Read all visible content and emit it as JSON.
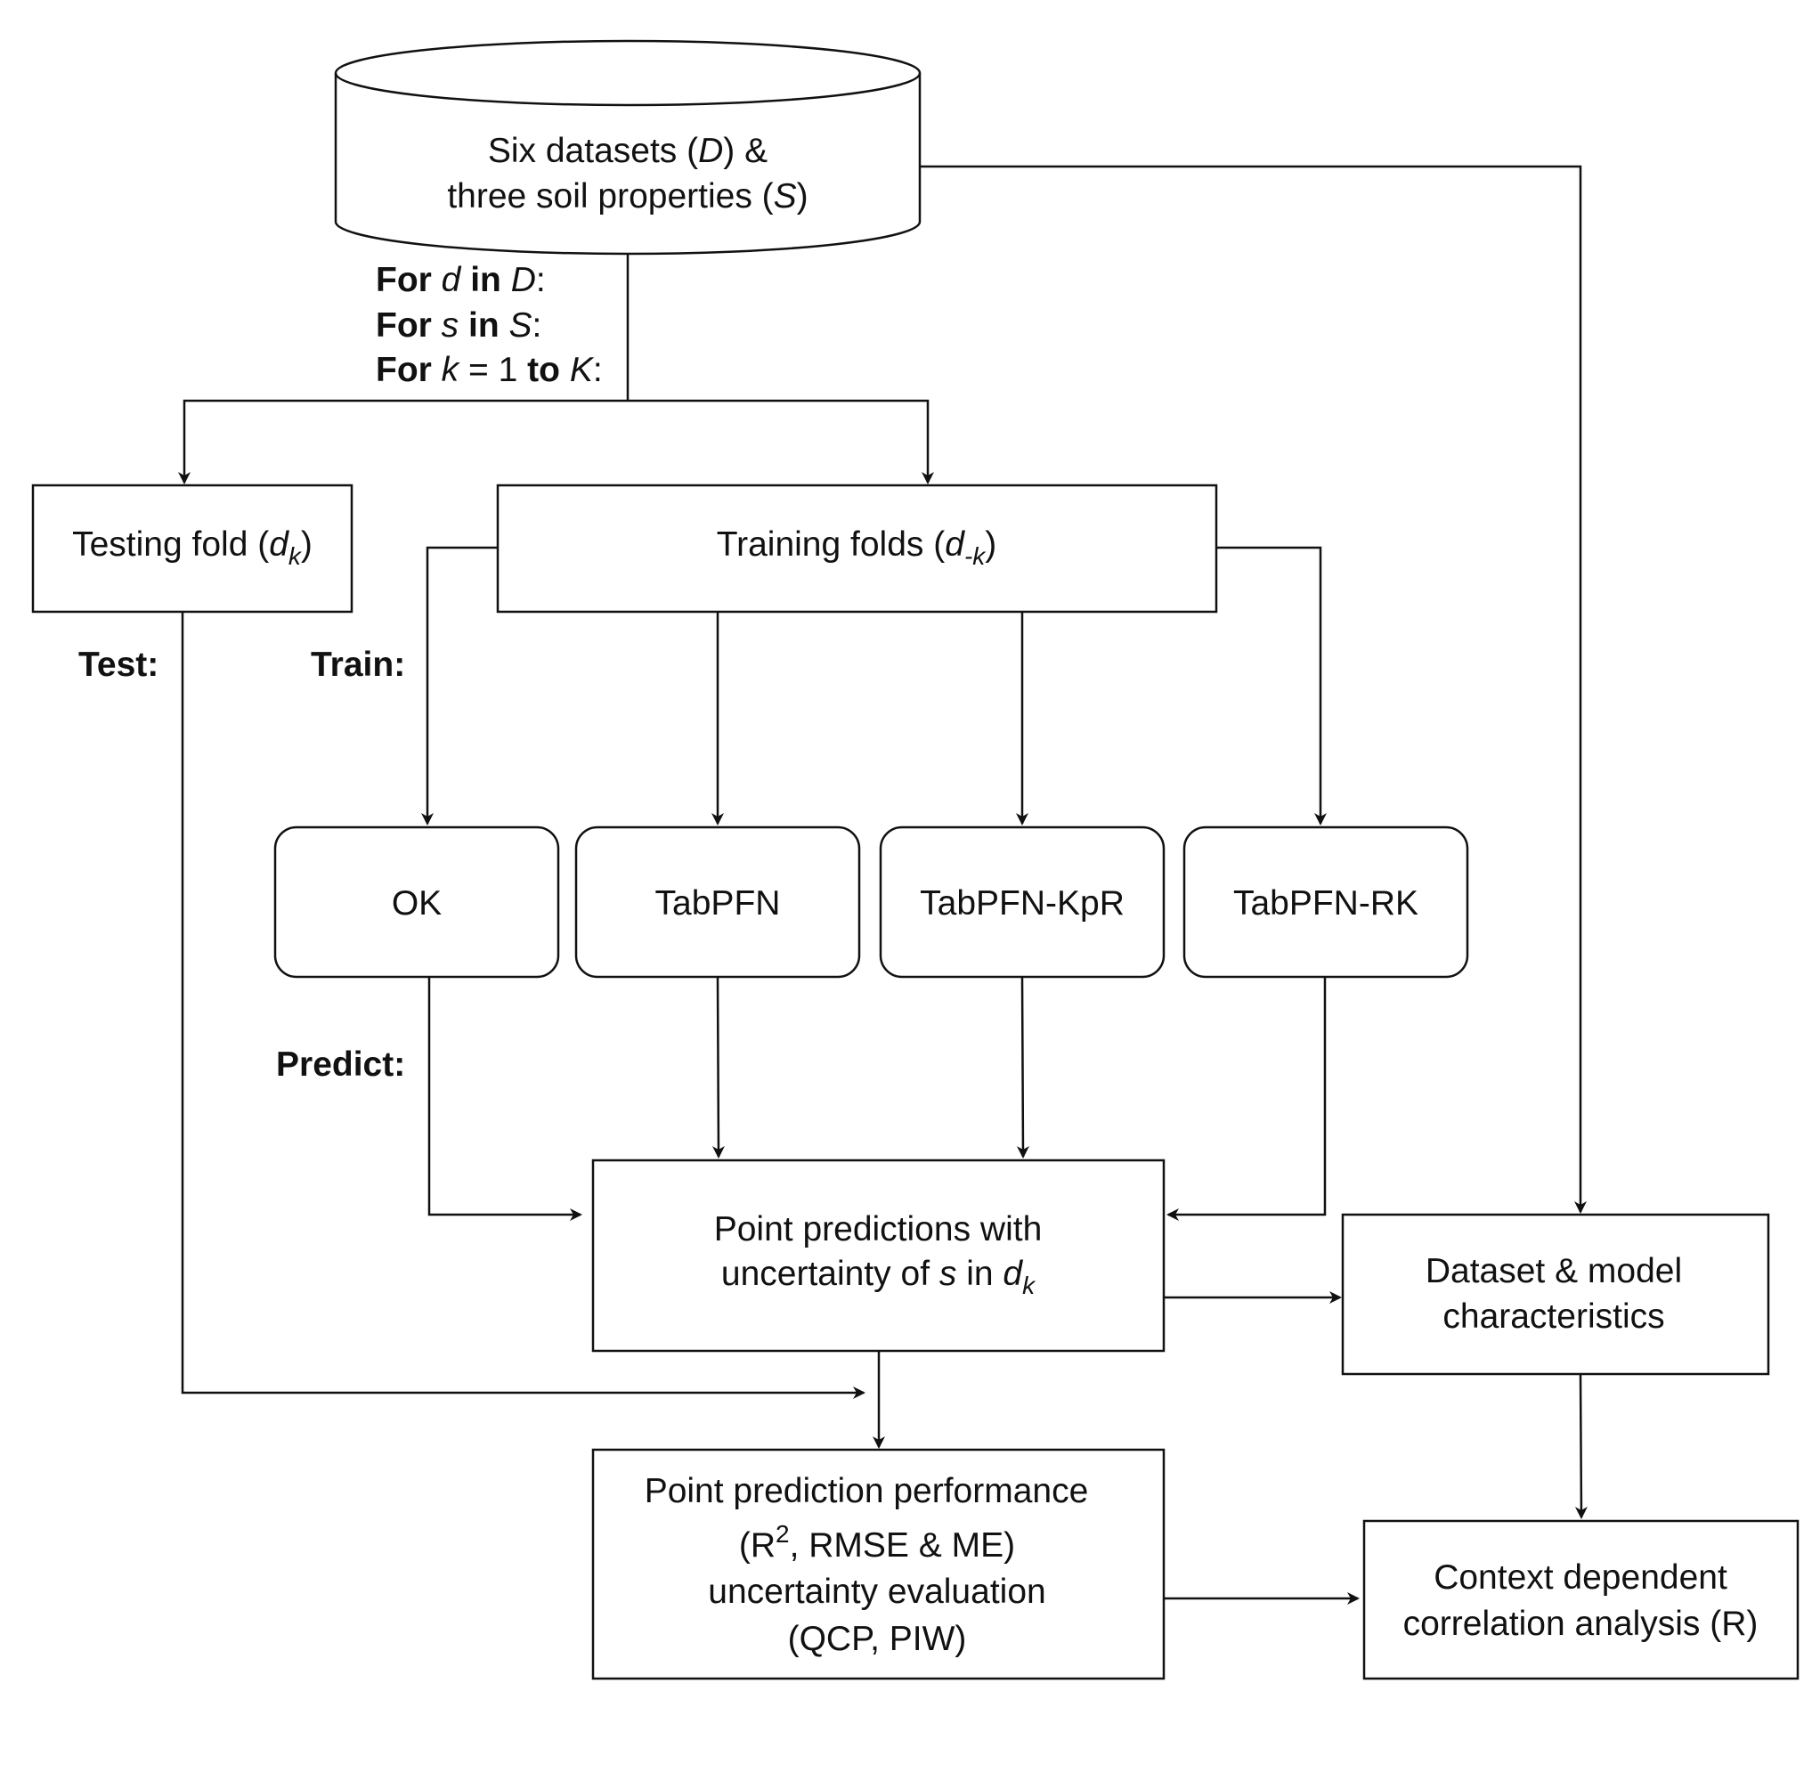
{
  "nodes": {
    "datasets": {
      "line1": [
        "Six datasets (",
        "D",
        ") &"
      ],
      "line2": [
        "three soil properties (",
        "S",
        ")"
      ]
    },
    "loop": [
      [
        "For ",
        "d",
        " in ",
        "D",
        ":"
      ],
      [
        "For ",
        "s",
        " in ",
        "S",
        ":"
      ],
      [
        "For ",
        "k",
        " = 1 ",
        "to",
        " ",
        "K",
        ":"
      ]
    ],
    "testing_fold": {
      "text": "Testing fold (",
      "var": "d",
      "sub": "k",
      "close": ")"
    },
    "training_folds": {
      "text": "Training folds (",
      "var": "d",
      "sub": "-k",
      "close": ")"
    },
    "models": [
      "OK",
      "TabPFN",
      "TabPFN-KpR",
      "TabPFN-RK"
    ],
    "point_predictions": {
      "line1": "Point predictions with",
      "line2": [
        "uncertainty of ",
        "s",
        " in ",
        "d",
        "k"
      ]
    },
    "characteristics": {
      "line1": "Dataset & model",
      "line2": "characteristics"
    },
    "performance": {
      "line1": "Point prediction performance",
      "line2": [
        "(R",
        "2",
        ", RMSE & ME)"
      ],
      "line3": "uncertainty evaluation",
      "line4": "(QCP, PIW)"
    },
    "correlation": {
      "line1": "Context dependent",
      "line2": "correlation analysis (R)"
    }
  },
  "step_labels": {
    "test": "Test:",
    "train": "Train:",
    "predict": "Predict:"
  }
}
